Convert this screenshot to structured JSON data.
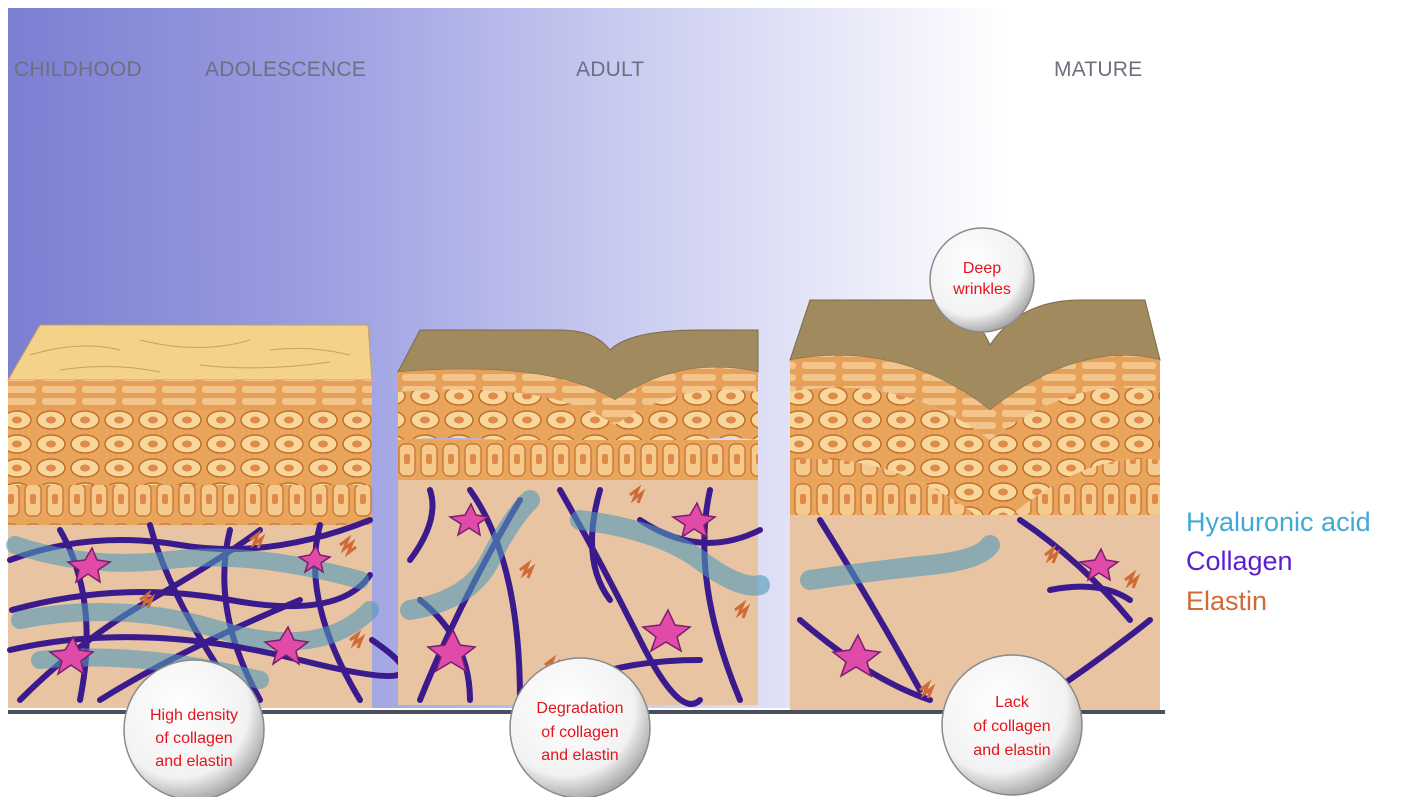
{
  "stages": {
    "childhood": "CHILDHOOD",
    "adolescence": "ADOLESCENCE",
    "adult": "ADULT",
    "mature": "MATURE"
  },
  "legend": {
    "hyaluronic": {
      "label": "Hyaluronic acid",
      "color": "#41a8d8"
    },
    "collagen": {
      "label": "Collagen",
      "color": "#5b1fd0"
    },
    "elastin": {
      "label": "Elastin",
      "color": "#d06b38"
    }
  },
  "callouts": {
    "deep_wrinkles": [
      "Deep",
      "wrinkles"
    ],
    "high_density": [
      "High density",
      "of collagen",
      "and elastin"
    ],
    "degradation": [
      "Degradation",
      "of collagen",
      "and elastin"
    ],
    "lack": [
      "Lack",
      "of collagen",
      "and elastin"
    ]
  },
  "colors": {
    "callout_text": "#e3141b",
    "collagen_fiber": "#3a1a8c",
    "hyaluronic_band": "#4f9ab8",
    "dermis": "#e8c4a2",
    "skin_top_young": "#f4d28a",
    "skin_top_old": "#a08a5e",
    "fibroblast": "#e04aa8"
  }
}
